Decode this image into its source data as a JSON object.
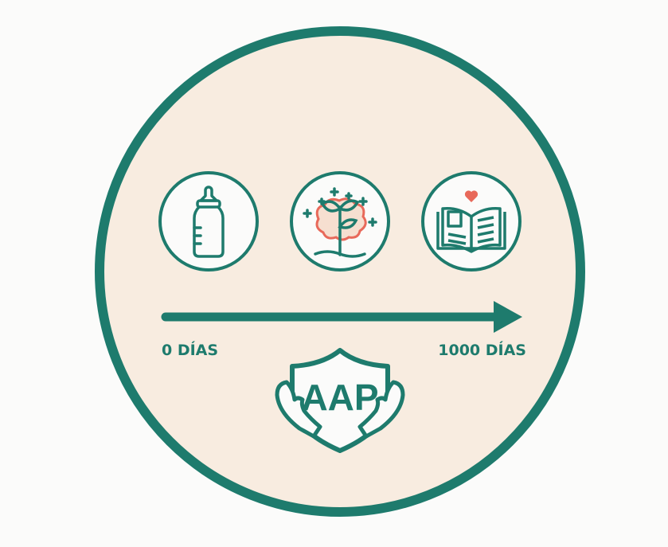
{
  "timeline": {
    "start_label": "0 DÍAS",
    "end_label": "1000 DÍAS"
  },
  "stages": [
    {
      "icon": "baby-bottle-icon"
    },
    {
      "icon": "brain-sprout-icon"
    },
    {
      "icon": "book-heart-icon"
    }
  ],
  "badge": {
    "text": "AAP",
    "icon": "shield-hands-icon"
  },
  "colors": {
    "primary": "#1e7b6d",
    "background": "#f8ece0",
    "accent": "#e8695a",
    "icon_fill": "#fbfbfa"
  }
}
